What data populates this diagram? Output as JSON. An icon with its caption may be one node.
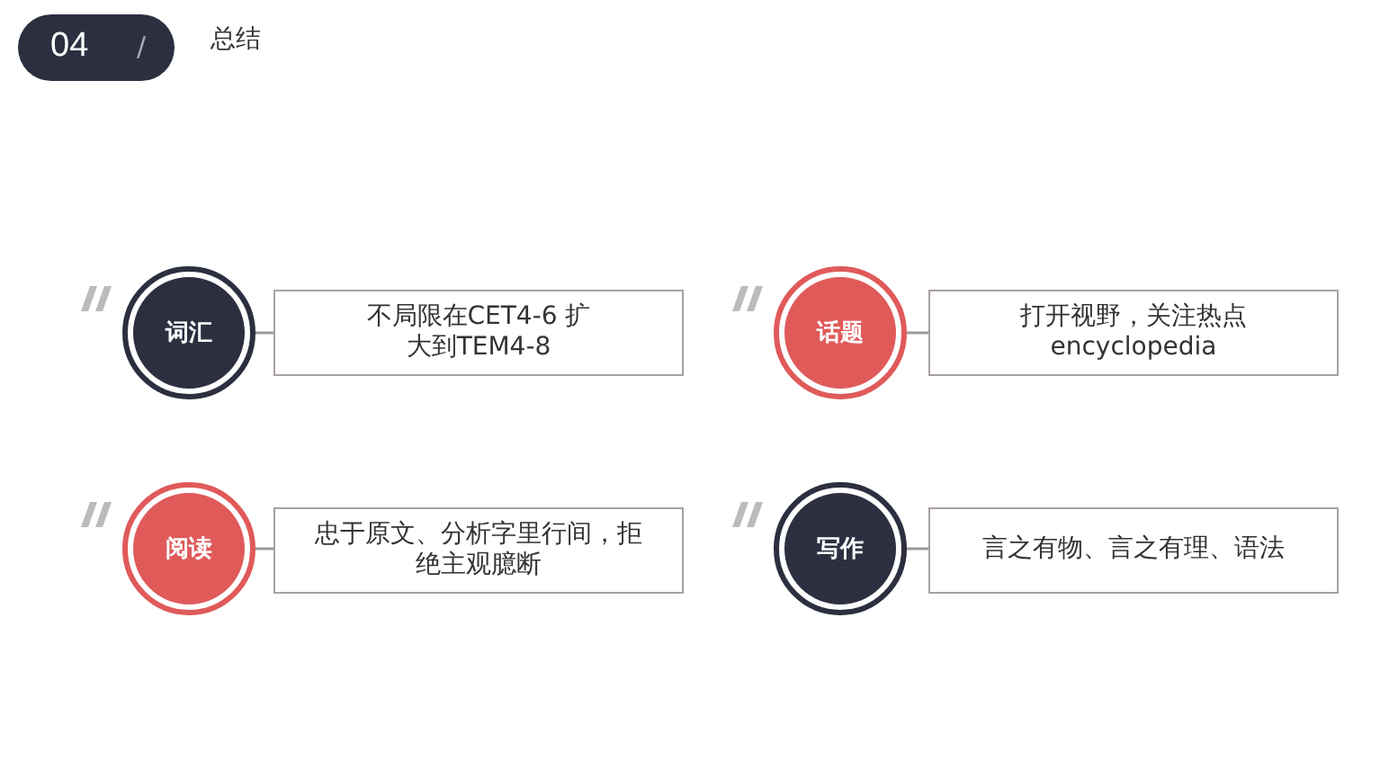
{
  "diagram": {
    "title": "总结",
    "nodes": [
      {
        "text": [
          "04",
          "/"
        ]
      },
      {
        "text": [
          "词汇"
        ]
      },
      {
        "text": [
          "不局限在CET4-6 扩大到TEM4-8"
        ]
      },
      {
        "text": [
          "话题"
        ]
      },
      {
        "text": [
          "打开视野，关注热点 encyclopedia"
        ]
      },
      {
        "text": [
          "阅读"
        ]
      },
      {
        "text": [
          "忠于原文、分析字里行间，拒绝主观臆断"
        ]
      },
      {
        "text": [
          "写作"
        ]
      },
      {
        "text": [
          "言之有物、言之有理、语法"
        ]
      }
    ],
    "edges": [
      {
        "from": 1,
        "to": 2,
        "arrow": "none"
      },
      {
        "from": 3,
        "to": 4,
        "arrow": "none"
      },
      {
        "from": 5,
        "to": 6,
        "arrow": "none"
      },
      {
        "from": 7,
        "to": 8,
        "arrow": "none"
      }
    ]
  }
}
